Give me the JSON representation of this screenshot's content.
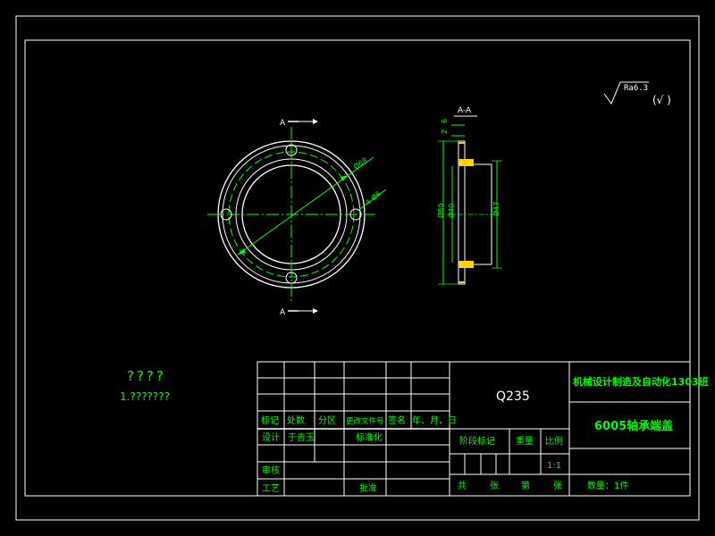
{
  "colors": {
    "background": "#000000",
    "frame": "#ffffff",
    "part": "#ffffff",
    "dimension": "#00ff00",
    "title_text": "#00ff00",
    "cad_yellow": "#ffd400"
  },
  "views": {
    "front": {
      "section_label_top": "A",
      "section_label_bottom": "A",
      "dim_pcd": "Ø68",
      "dim_holes": "4-Ø6"
    },
    "section": {
      "title": "A-A",
      "dim_6": "6",
      "dim_2": "2",
      "dim_80": "Ø80",
      "dim_40": "Ø40",
      "dim_47": "Ø47"
    }
  },
  "surface_finish": {
    "label": "Ra6.3",
    "note": "(√ )"
  },
  "tech_notes": {
    "title": "????",
    "line1": "1.???????"
  },
  "title_block": {
    "material": "Q235",
    "school": "机械设计制造及自动化1303班",
    "part_name": "6005轴承端盖",
    "headers": {
      "mark": "标记",
      "count": "处数",
      "zone": "分区",
      "doc_no": "更改文件号",
      "sign": "签名",
      "date": "年、月、日"
    },
    "design_label": "设计",
    "designer": "于吉玉",
    "standardize": "标准化",
    "stage_mark": "阶段标记",
    "weight": "重量",
    "scale_label": "比例",
    "scale_value": "1:1",
    "review": "审核",
    "process": "工艺",
    "approve": "批准",
    "total": "共",
    "sheets": "张",
    "page": "第",
    "page_sheets": "张",
    "quantity": "数量：1件"
  }
}
